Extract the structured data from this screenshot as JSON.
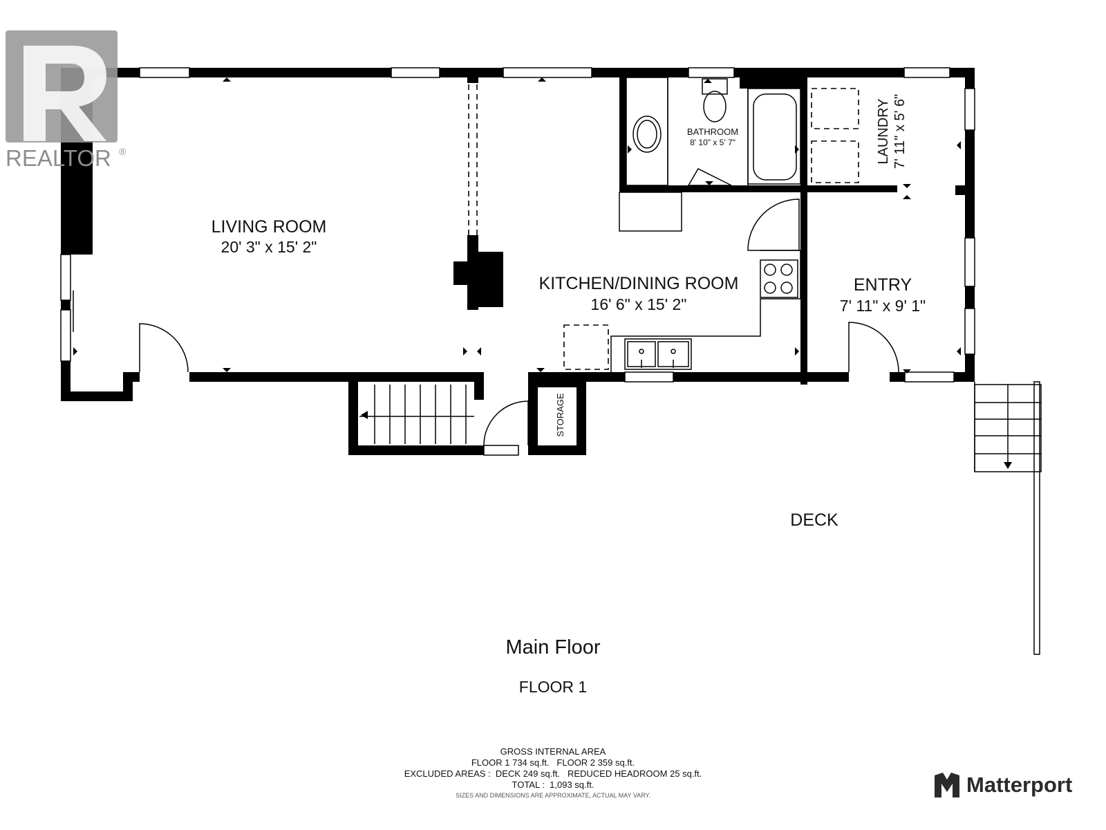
{
  "logos": {
    "realtor": "REALTOR",
    "realtor_mark": "®",
    "matterport": "Matterport"
  },
  "rooms": {
    "living_room": {
      "name": "LIVING ROOM",
      "size": "20' 3\" x 15' 2\""
    },
    "kitchen": {
      "name": "KITCHEN/DINING ROOM",
      "size": "16' 6\" x 15' 2\""
    },
    "bathroom": {
      "name": "BATHROOM",
      "size": "8' 10\" x 5' 7\""
    },
    "laundry": {
      "name": "LAUNDRY",
      "size": "7' 11\" x 5' 6\""
    },
    "entry": {
      "name": "ENTRY",
      "size": "7' 11\" x 9' 1\""
    },
    "storage": {
      "name": "STORAGE"
    },
    "deck": {
      "name": "DECK"
    }
  },
  "floor": {
    "title": "Main Floor",
    "subtitle": "FLOOR 1"
  },
  "area": {
    "heading": "GROSS INTERNAL AREA",
    "floors": "FLOOR 1 734 sq.ft.   FLOOR 2 359 sq.ft.",
    "excluded": "EXCLUDED AREAS :  DECK 249 sq.ft.   REDUCED HEADROOM 25 sq.ft.",
    "total": "TOTAL :  1,093 sq.ft.",
    "disclaimer": "SIZES AND DIMENSIONS ARE APPROXIMATE, ACTUAL MAY VARY."
  },
  "colors": {
    "wall": "#000000",
    "logo_gray": "#9a9a9a",
    "matterport_dark": "#2b2b2b"
  }
}
